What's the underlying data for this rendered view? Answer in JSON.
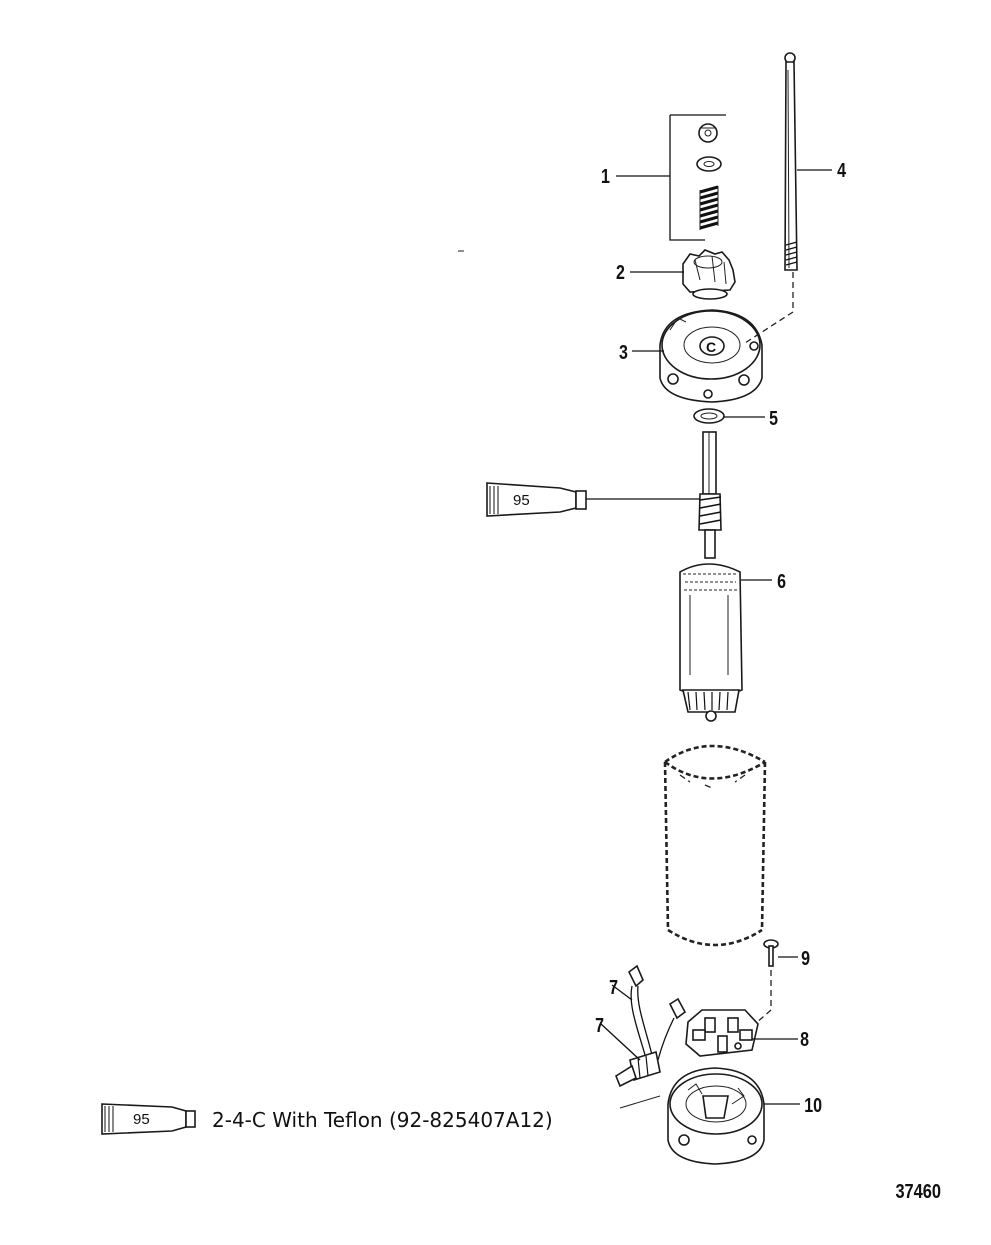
{
  "callouts": [
    {
      "id": "1",
      "label": "1"
    },
    {
      "id": "2",
      "label": "2"
    },
    {
      "id": "3",
      "label": "3"
    },
    {
      "id": "4",
      "label": "4"
    },
    {
      "id": "5",
      "label": "5"
    },
    {
      "id": "6",
      "label": "6"
    },
    {
      "id": "7a",
      "label": "7"
    },
    {
      "id": "7b",
      "label": "7"
    },
    {
      "id": "8",
      "label": "8"
    },
    {
      "id": "9",
      "label": "9"
    },
    {
      "id": "10",
      "label": "10"
    }
  ],
  "lubricant_tube_label": "95",
  "legend": {
    "tube_label": "95",
    "text": "2-4-C  With Teflon (92-825407A12)"
  },
  "figure_number": "37460"
}
